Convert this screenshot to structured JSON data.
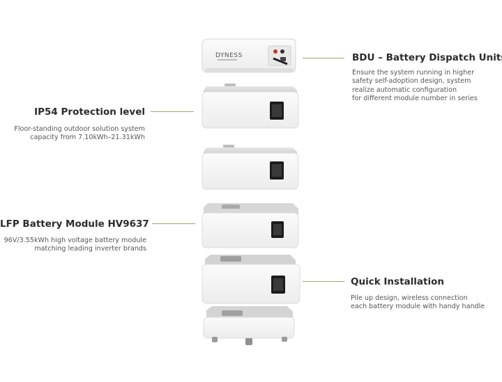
{
  "brand": {
    "logo_text": "DYNESS"
  },
  "callouts": {
    "bdu": {
      "title": "BDU – Battery Dispatch Units",
      "lines": [
        "Ensure the system running in higher",
        "safety self-adoption design, system",
        "realize automatic configuration",
        "for different module number in series"
      ]
    },
    "ip54": {
      "title": "IP54 Protection level",
      "lines": [
        "Floor-standing outdoor solution system",
        "capacity from 7.10kWh–21.31kWh"
      ]
    },
    "lfp": {
      "title": "LFP Battery Module HV9637",
      "lines": [
        "96V/3.55kWh high voltage battery module",
        "matching leading inverter brands"
      ]
    },
    "install": {
      "title": "Quick Installation",
      "lines": [
        "Pile up design, wireless connection",
        "each battery module with handy handle"
      ]
    }
  },
  "colors": {
    "leader_line": "#9aa66a",
    "title": "#2b2b2b",
    "text": "#555555",
    "module_body": "#f7f7f7",
    "module_lid": "#d9d9d9"
  }
}
